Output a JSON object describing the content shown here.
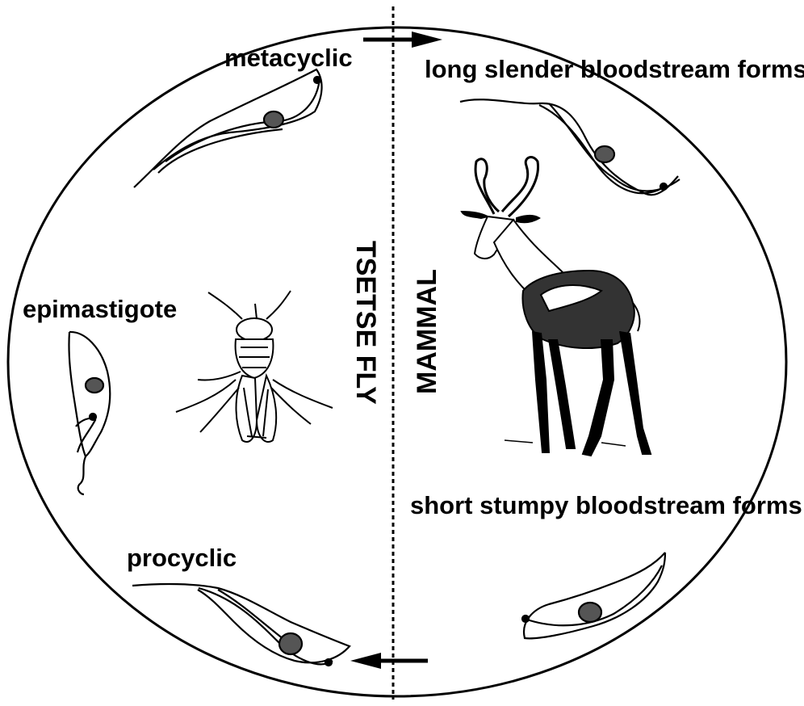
{
  "diagram": {
    "sides": {
      "left": "TSETSE FLY",
      "right": "MAMMAL"
    },
    "stages": {
      "metacyclic": "metacyclic",
      "long_slender": "long slender bloodstream forms",
      "short_stumpy": "short stumpy bloodstream forms",
      "procyclic": "procyclic",
      "epimastigote": "epimastigote"
    },
    "icons": [
      "tsetse-fly-icon",
      "antelope-icon",
      "trypanosome-icon",
      "arrow-right-icon",
      "arrow-left-icon"
    ],
    "colors": {
      "ink": "#000000",
      "background": "#ffffff"
    }
  }
}
